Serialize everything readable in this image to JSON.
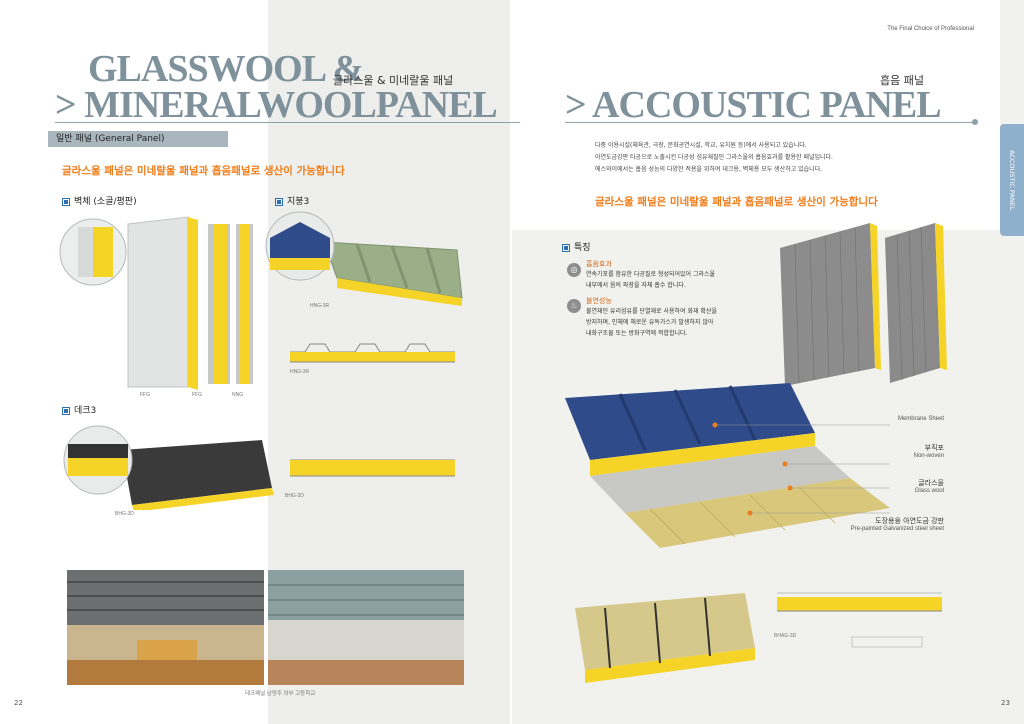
{
  "header": {
    "tagline": "The Final Choice of Professional",
    "title_line1": "GLASSWOOL &",
    "title_line2": "> MINERALWOOLPANEL",
    "title_kr": "글라스울 & 미네랄울 패널",
    "right_title": "> ACCOUSTIC PANEL",
    "right_title_kr": "흡음 패널"
  },
  "left": {
    "general_panel": "일반 패널 (General Panel)",
    "highlight": "글라스울 패널은 미네랄울 패널과 흡음패널로 생산이 가능합니다",
    "wall_heading": "벽체 (소골/평판)",
    "roof_heading": "지붕3",
    "deck_heading": "데크3",
    "wall_labels": [
      "FFG",
      "FFG",
      "NNG"
    ],
    "roof_label_top": "HNG-3R",
    "roof_label_bottom": "HNG-3R",
    "deck_label_left": "BHG-3D",
    "deck_label_right": "BHG-3D",
    "photo_caption": "데크패널  남양주 와부 고등학교"
  },
  "right": {
    "description": [
      "다중 이용시설(체육관, 극장, 문화공연시설, 학교, 유치원 등)에서 사용되고 있습니다.",
      "아연도금강판 타공으로 노출시킨 다공성 섬유재질인 그라스울의 흡음효과를 활용한 패널입니다.",
      "에스와이에서는 흡음 성능의 다양한 적용을 위하여 데크용, 벽체용 모두 생산하고 있습니다."
    ],
    "highlight": "글라스울 패널은 미네랄울 패널과 흡음패널로 생산이 가능합니다",
    "features_heading": "특징",
    "features": [
      {
        "icon": "ear-icon",
        "title": "흡음효과",
        "lines": [
          "연속기포를 함유한 다공질로 형성되어있어 그라스울",
          "내부에서 음의 파장을 자체 흡수 합니다."
        ]
      },
      {
        "icon": "fire-icon",
        "title": "불연성능",
        "lines": [
          "불연재인 유리섬유를 단열재로 사용하여 화재 확산을",
          "방지하며, 인체에 해로운 유독가스가 발생하지 않아",
          "내화구조물 또는 방화구역에 적합합니다."
        ]
      }
    ],
    "legend": [
      {
        "kr": "",
        "en": "Membrane Sheet"
      },
      {
        "kr": "부직포",
        "en": "Non-woven"
      },
      {
        "kr": "글라스울",
        "en": "Glass wool"
      },
      {
        "kr": "도장용융 아연도금 강판",
        "en": "Pre-painted Galvanized steel sheet"
      }
    ],
    "bottom_label": "BHAG-3D",
    "side_tab": "ACCOUSTIC PANEL"
  },
  "pages": {
    "left": "22",
    "right": "23"
  },
  "colors": {
    "title": "#7f929c",
    "accent": "#f07d1a",
    "insulation": "#f5d327",
    "roof_blue": "#2f4b8a",
    "roof_green": "#8fa57d"
  }
}
